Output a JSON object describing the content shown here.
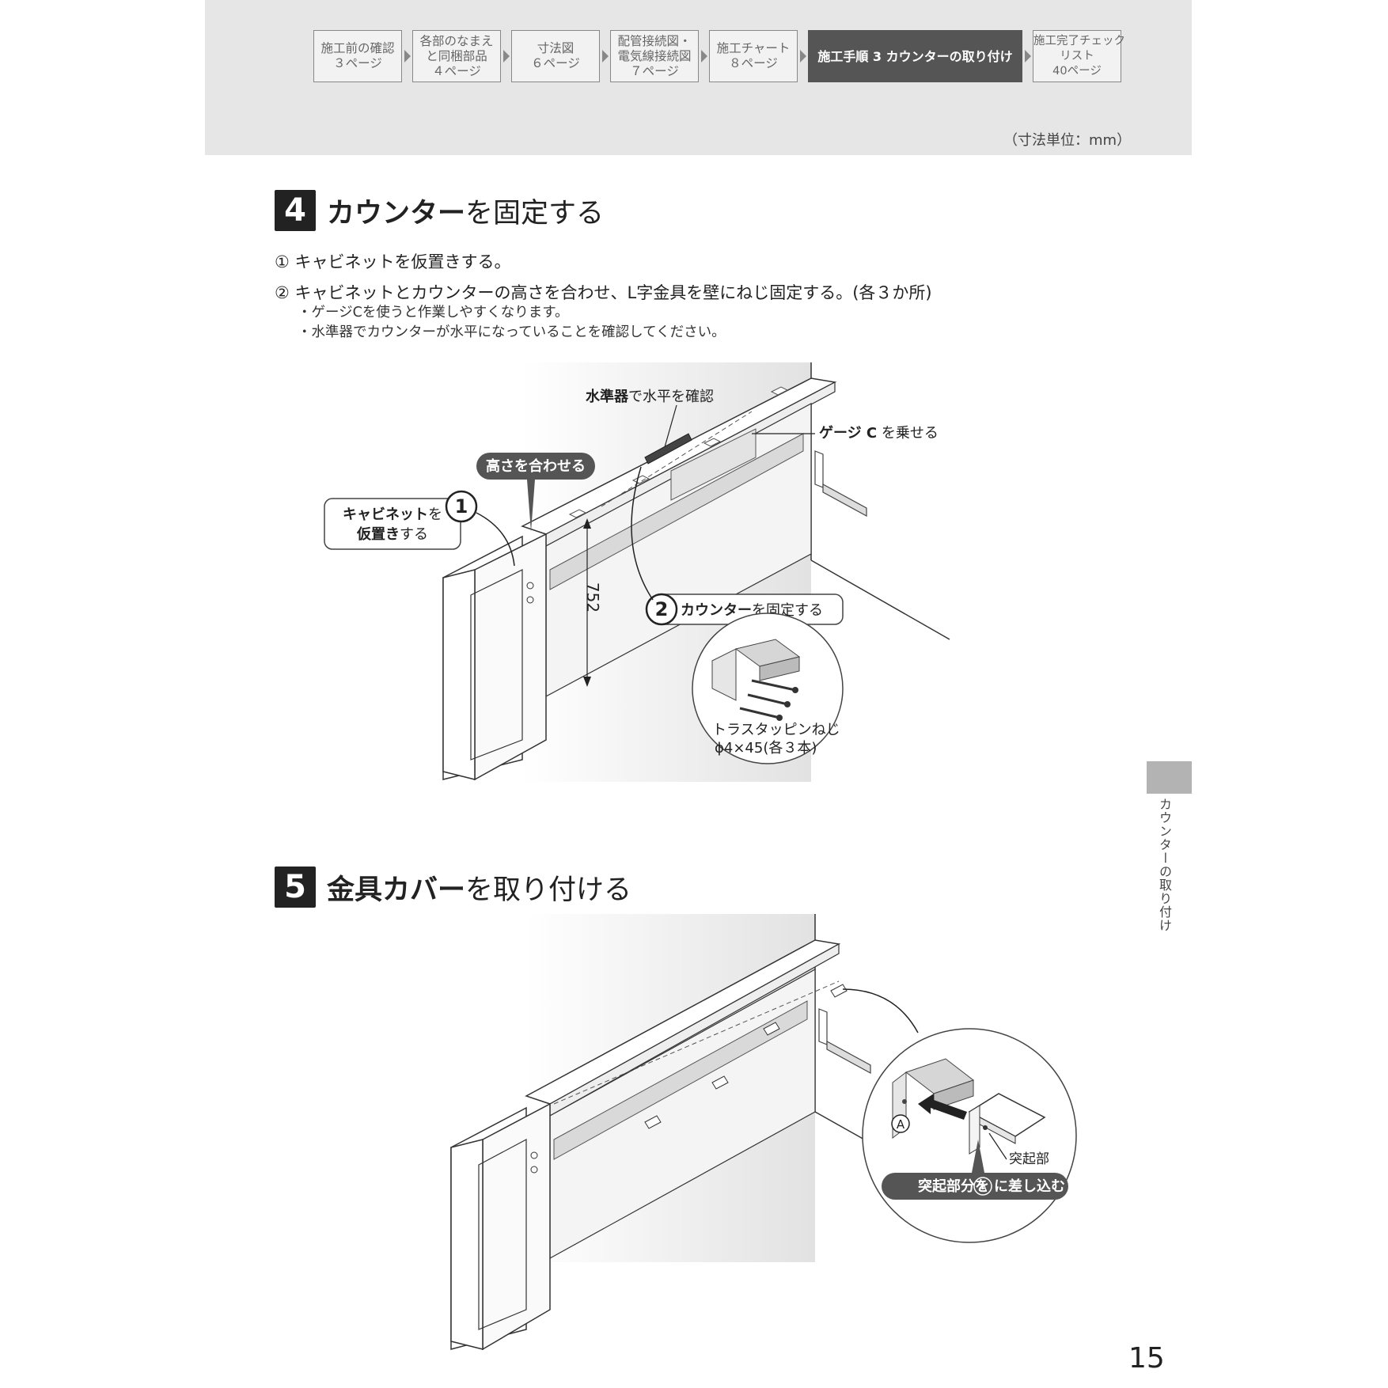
{
  "nav": {
    "items": [
      {
        "line1": "施工前の確認",
        "line2": "３ページ",
        "line3": ""
      },
      {
        "line1": "各部のなまえ",
        "line2": "と同梱部品",
        "line3": "４ページ"
      },
      {
        "line1": "寸法図",
        "line2": "６ページ",
        "line3": ""
      },
      {
        "line1": "配管接続図・",
        "line2": "電気線接続図",
        "line3": "７ページ"
      },
      {
        "line1": "施工チャート",
        "line2": "８ページ",
        "line3": ""
      },
      {
        "line1": "施工手順 3 カウンターの取り付け",
        "line2": "",
        "line3": ""
      },
      {
        "line1": "施工完了チェック",
        "line2": "リスト",
        "line3": "40ページ"
      }
    ],
    "unit_note": "（寸法単位：mm）"
  },
  "step4": {
    "number": "4",
    "title_bold": "カウンター",
    "title_rest": "を固定する",
    "instr1": "① キャビネットを仮置きする。",
    "instr2": "② キャビネットとカウンターの高さを合わせ、L字金具を壁にねじ固定する。(各３か所)",
    "note1": "・ゲージCを使うと作業しやすくなります。",
    "note2": "・水準器でカウンターが水平になっていることを確認してください。",
    "fig": {
      "level_bold": "水準器",
      "level_rest": "で水平を確認",
      "gauge_bold": "ゲージ C",
      "gauge_rest": " を乗せる",
      "align_tag": "高さを合わせる",
      "callout1_num": "1",
      "callout1_l1_bold": "キャビネット",
      "callout1_l1_rest": "を",
      "callout1_l2_bold": "仮置き",
      "callout1_l2_rest": "する",
      "dimension": "752",
      "callout2_num": "2",
      "callout2_bold": "カウンター",
      "callout2_rest": "を固定する",
      "screw_l1": "トラスタッピンねじ",
      "screw_l2": "ϕ4×45(各３本)"
    }
  },
  "step5": {
    "number": "5",
    "title_bold": "金具カバー",
    "title_rest": "を取り付ける",
    "fig": {
      "marker_a": "A",
      "protrusion": "突起部",
      "tag_pre": "突起部分を",
      "tag_mark": "A",
      "tag_post": "に差し込む"
    }
  },
  "side_tab": "カウンターの取り付け",
  "page_number": "15"
}
